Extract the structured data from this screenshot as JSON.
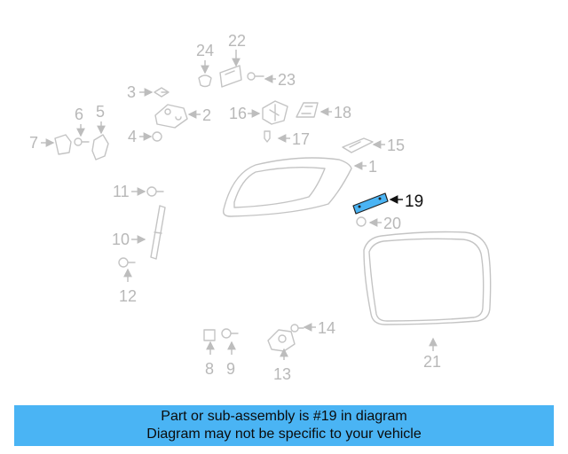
{
  "diagram": {
    "highlight_color": "#4ab4f4",
    "highlighted_part": "19",
    "callouts": {
      "c1": "1",
      "c2": "2",
      "c3": "3",
      "c4": "4",
      "c5": "5",
      "c6": "6",
      "c7": "7",
      "c8": "8",
      "c9": "9",
      "c10": "10",
      "c11": "11",
      "c12": "12",
      "c13": "13",
      "c14": "14",
      "c15": "15",
      "c16": "16",
      "c17": "17",
      "c18": "18",
      "c19": "19",
      "c20": "20",
      "c21": "21",
      "c22": "22",
      "c23": "23",
      "c24": "24"
    }
  },
  "banner": {
    "line1": "Part or sub-assembly is #19 in diagram",
    "line2": "Diagram may not be specific to your vehicle",
    "background": "#4ab4f4"
  }
}
